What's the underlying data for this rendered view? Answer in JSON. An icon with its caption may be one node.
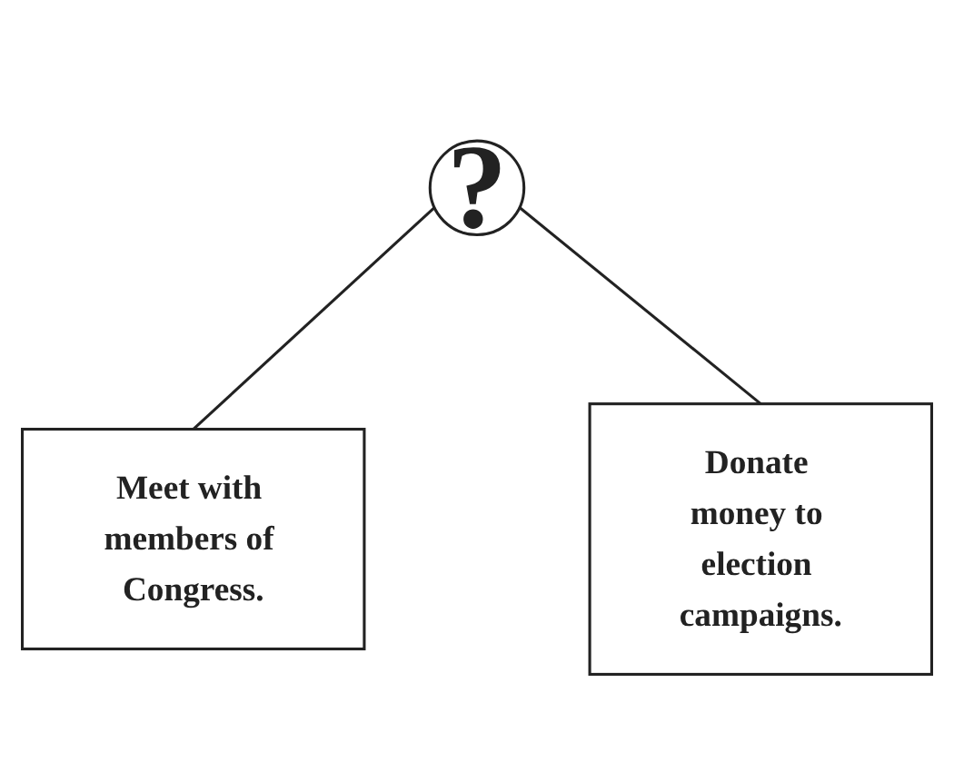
{
  "diagram": {
    "nodes": [
      {
        "text": [
          "?"
        ]
      },
      {
        "text": [
          "Meet with members of Congress."
        ]
      },
      {
        "text": [
          "Donate money to election campaigns."
        ]
      }
    ],
    "edges": [
      {
        "from": 0,
        "to": 1,
        "arrow": "none"
      },
      {
        "from": 0,
        "to": 2,
        "arrow": "none"
      }
    ]
  }
}
